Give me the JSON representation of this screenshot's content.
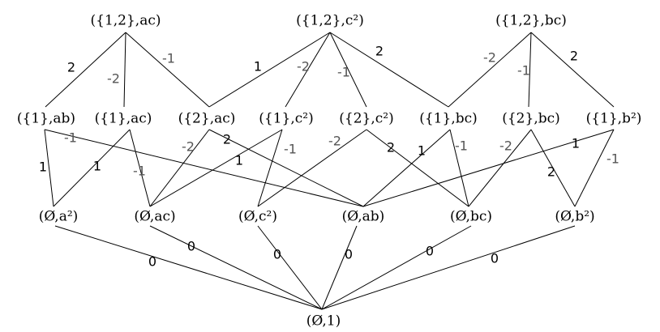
{
  "nodes": [
    {
      "id": "t1",
      "label": "({1,2},ac)"
    },
    {
      "id": "t2",
      "label": "({1,2},c²)"
    },
    {
      "id": "t3",
      "label": "({1,2},bc)"
    },
    {
      "id": "m1",
      "label": "({1},ab)"
    },
    {
      "id": "m2",
      "label": "({1},ac)"
    },
    {
      "id": "m3",
      "label": "({2},ac)"
    },
    {
      "id": "m4",
      "label": "({1},c²)"
    },
    {
      "id": "m5",
      "label": "({2},c²)"
    },
    {
      "id": "m6",
      "label": "({1},bc)"
    },
    {
      "id": "m7",
      "label": "({2},bc)"
    },
    {
      "id": "m8",
      "label": "({1},b²)"
    },
    {
      "id": "l1",
      "label": "(Ø,a²)"
    },
    {
      "id": "l2",
      "label": "(Ø,ac)"
    },
    {
      "id": "l3",
      "label": "(Ø,c²)"
    },
    {
      "id": "l4",
      "label": "(Ø,ab)"
    },
    {
      "id": "l5",
      "label": "(Ø,bc)"
    },
    {
      "id": "l6",
      "label": "(Ø,b²)"
    },
    {
      "id": "b",
      "label": "(Ø,1)"
    }
  ],
  "edges": [
    {
      "from": "t1",
      "to": "m1",
      "weight": "2"
    },
    {
      "from": "t1",
      "to": "m2",
      "weight": "-2"
    },
    {
      "from": "t1",
      "to": "m3",
      "weight": "-1"
    },
    {
      "from": "t2",
      "to": "m3",
      "weight": "1"
    },
    {
      "from": "t2",
      "to": "m4",
      "weight": "-2"
    },
    {
      "from": "t2",
      "to": "m5",
      "weight": "-1"
    },
    {
      "from": "t2",
      "to": "m6",
      "weight": "2"
    },
    {
      "from": "t3",
      "to": "m6",
      "weight": "-2"
    },
    {
      "from": "t3",
      "to": "m7",
      "weight": "-1"
    },
    {
      "from": "t3",
      "to": "m8",
      "weight": "2"
    },
    {
      "from": "m1",
      "to": "l1",
      "weight": "1"
    },
    {
      "from": "m1",
      "to": "l4",
      "weight": "-1"
    },
    {
      "from": "m2",
      "to": "l1",
      "weight": "1"
    },
    {
      "from": "m2",
      "to": "l2",
      "weight": "-1"
    },
    {
      "from": "m3",
      "to": "l2",
      "weight": "-2"
    },
    {
      "from": "m3",
      "to": "l4",
      "weight": "2"
    },
    {
      "from": "m4",
      "to": "l2",
      "weight": "1"
    },
    {
      "from": "m4",
      "to": "l3",
      "weight": "-1"
    },
    {
      "from": "m5",
      "to": "l3",
      "weight": "-2"
    },
    {
      "from": "m5",
      "to": "l5",
      "weight": "2"
    },
    {
      "from": "m6",
      "to": "l4",
      "weight": "1"
    },
    {
      "from": "m6",
      "to": "l5",
      "weight": "-1"
    },
    {
      "from": "m7",
      "to": "l5",
      "weight": "-2"
    },
    {
      "from": "m7",
      "to": "l6",
      "weight": "2"
    },
    {
      "from": "m8",
      "to": "l4",
      "weight": "1"
    },
    {
      "from": "m8",
      "to": "l6",
      "weight": "-1"
    },
    {
      "from": "l1",
      "to": "b",
      "weight": "0"
    },
    {
      "from": "l2",
      "to": "b",
      "weight": "0"
    },
    {
      "from": "l3",
      "to": "b",
      "weight": "0"
    },
    {
      "from": "l4",
      "to": "b",
      "weight": "0"
    },
    {
      "from": "l5",
      "to": "b",
      "weight": "0"
    },
    {
      "from": "l6",
      "to": "b",
      "weight": "0"
    }
  ]
}
